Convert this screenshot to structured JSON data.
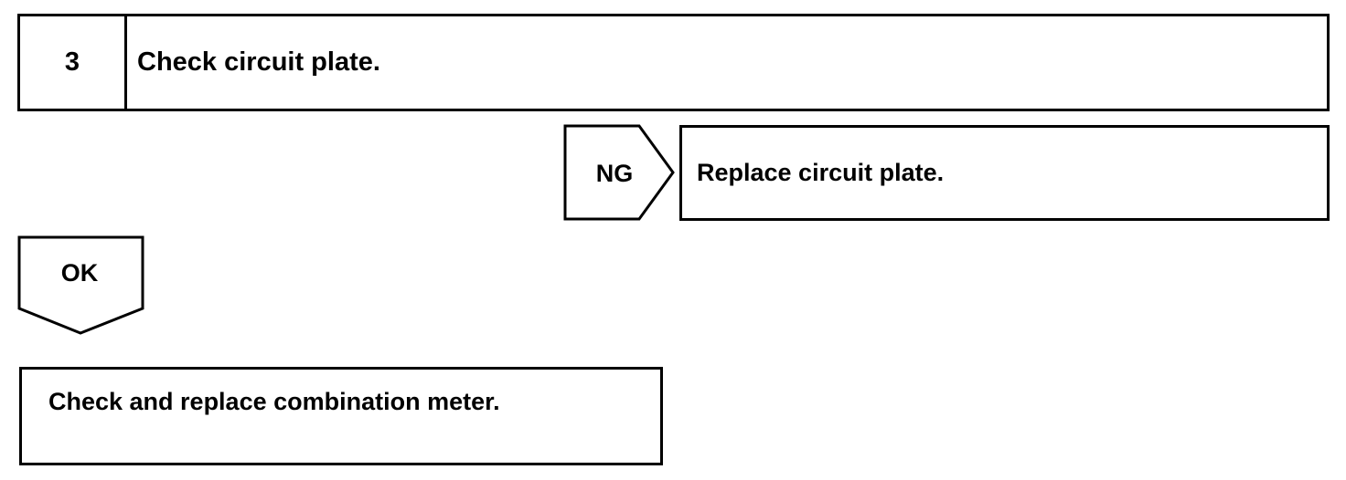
{
  "step": {
    "number": "3",
    "title": "Check circuit plate."
  },
  "ng_branch": {
    "tag": "NG",
    "action": "Replace circuit plate."
  },
  "ok_branch": {
    "tag": "OK",
    "action": "Check and replace combination meter."
  },
  "colors": {
    "line": "#000000",
    "background": "#ffffff"
  }
}
